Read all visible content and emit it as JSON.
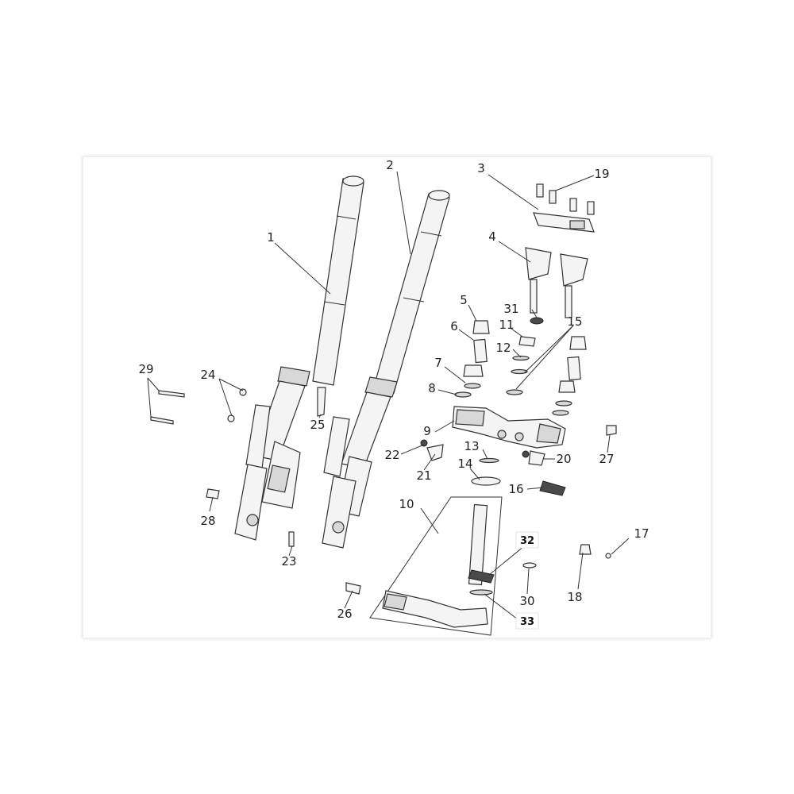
{
  "diagram": {
    "labels": {
      "p1": "1",
      "p2": "2",
      "p3": "3",
      "p4": "4",
      "p5": "5",
      "p6": "6",
      "p7": "7",
      "p8": "8",
      "p9": "9",
      "p10": "10",
      "p11": "11",
      "p12": "12",
      "p13": "13",
      "p14": "14",
      "p15": "15",
      "p16": "16",
      "p17": "17",
      "p18": "18",
      "p19": "19",
      "p20": "20",
      "p21": "21",
      "p22": "22",
      "p23": "23",
      "p24": "24",
      "p25": "25",
      "p26": "26",
      "p27": "27",
      "p28": "28",
      "p29": "29",
      "p30": "30",
      "p31": "31",
      "p32": "32",
      "p33": "33"
    }
  }
}
